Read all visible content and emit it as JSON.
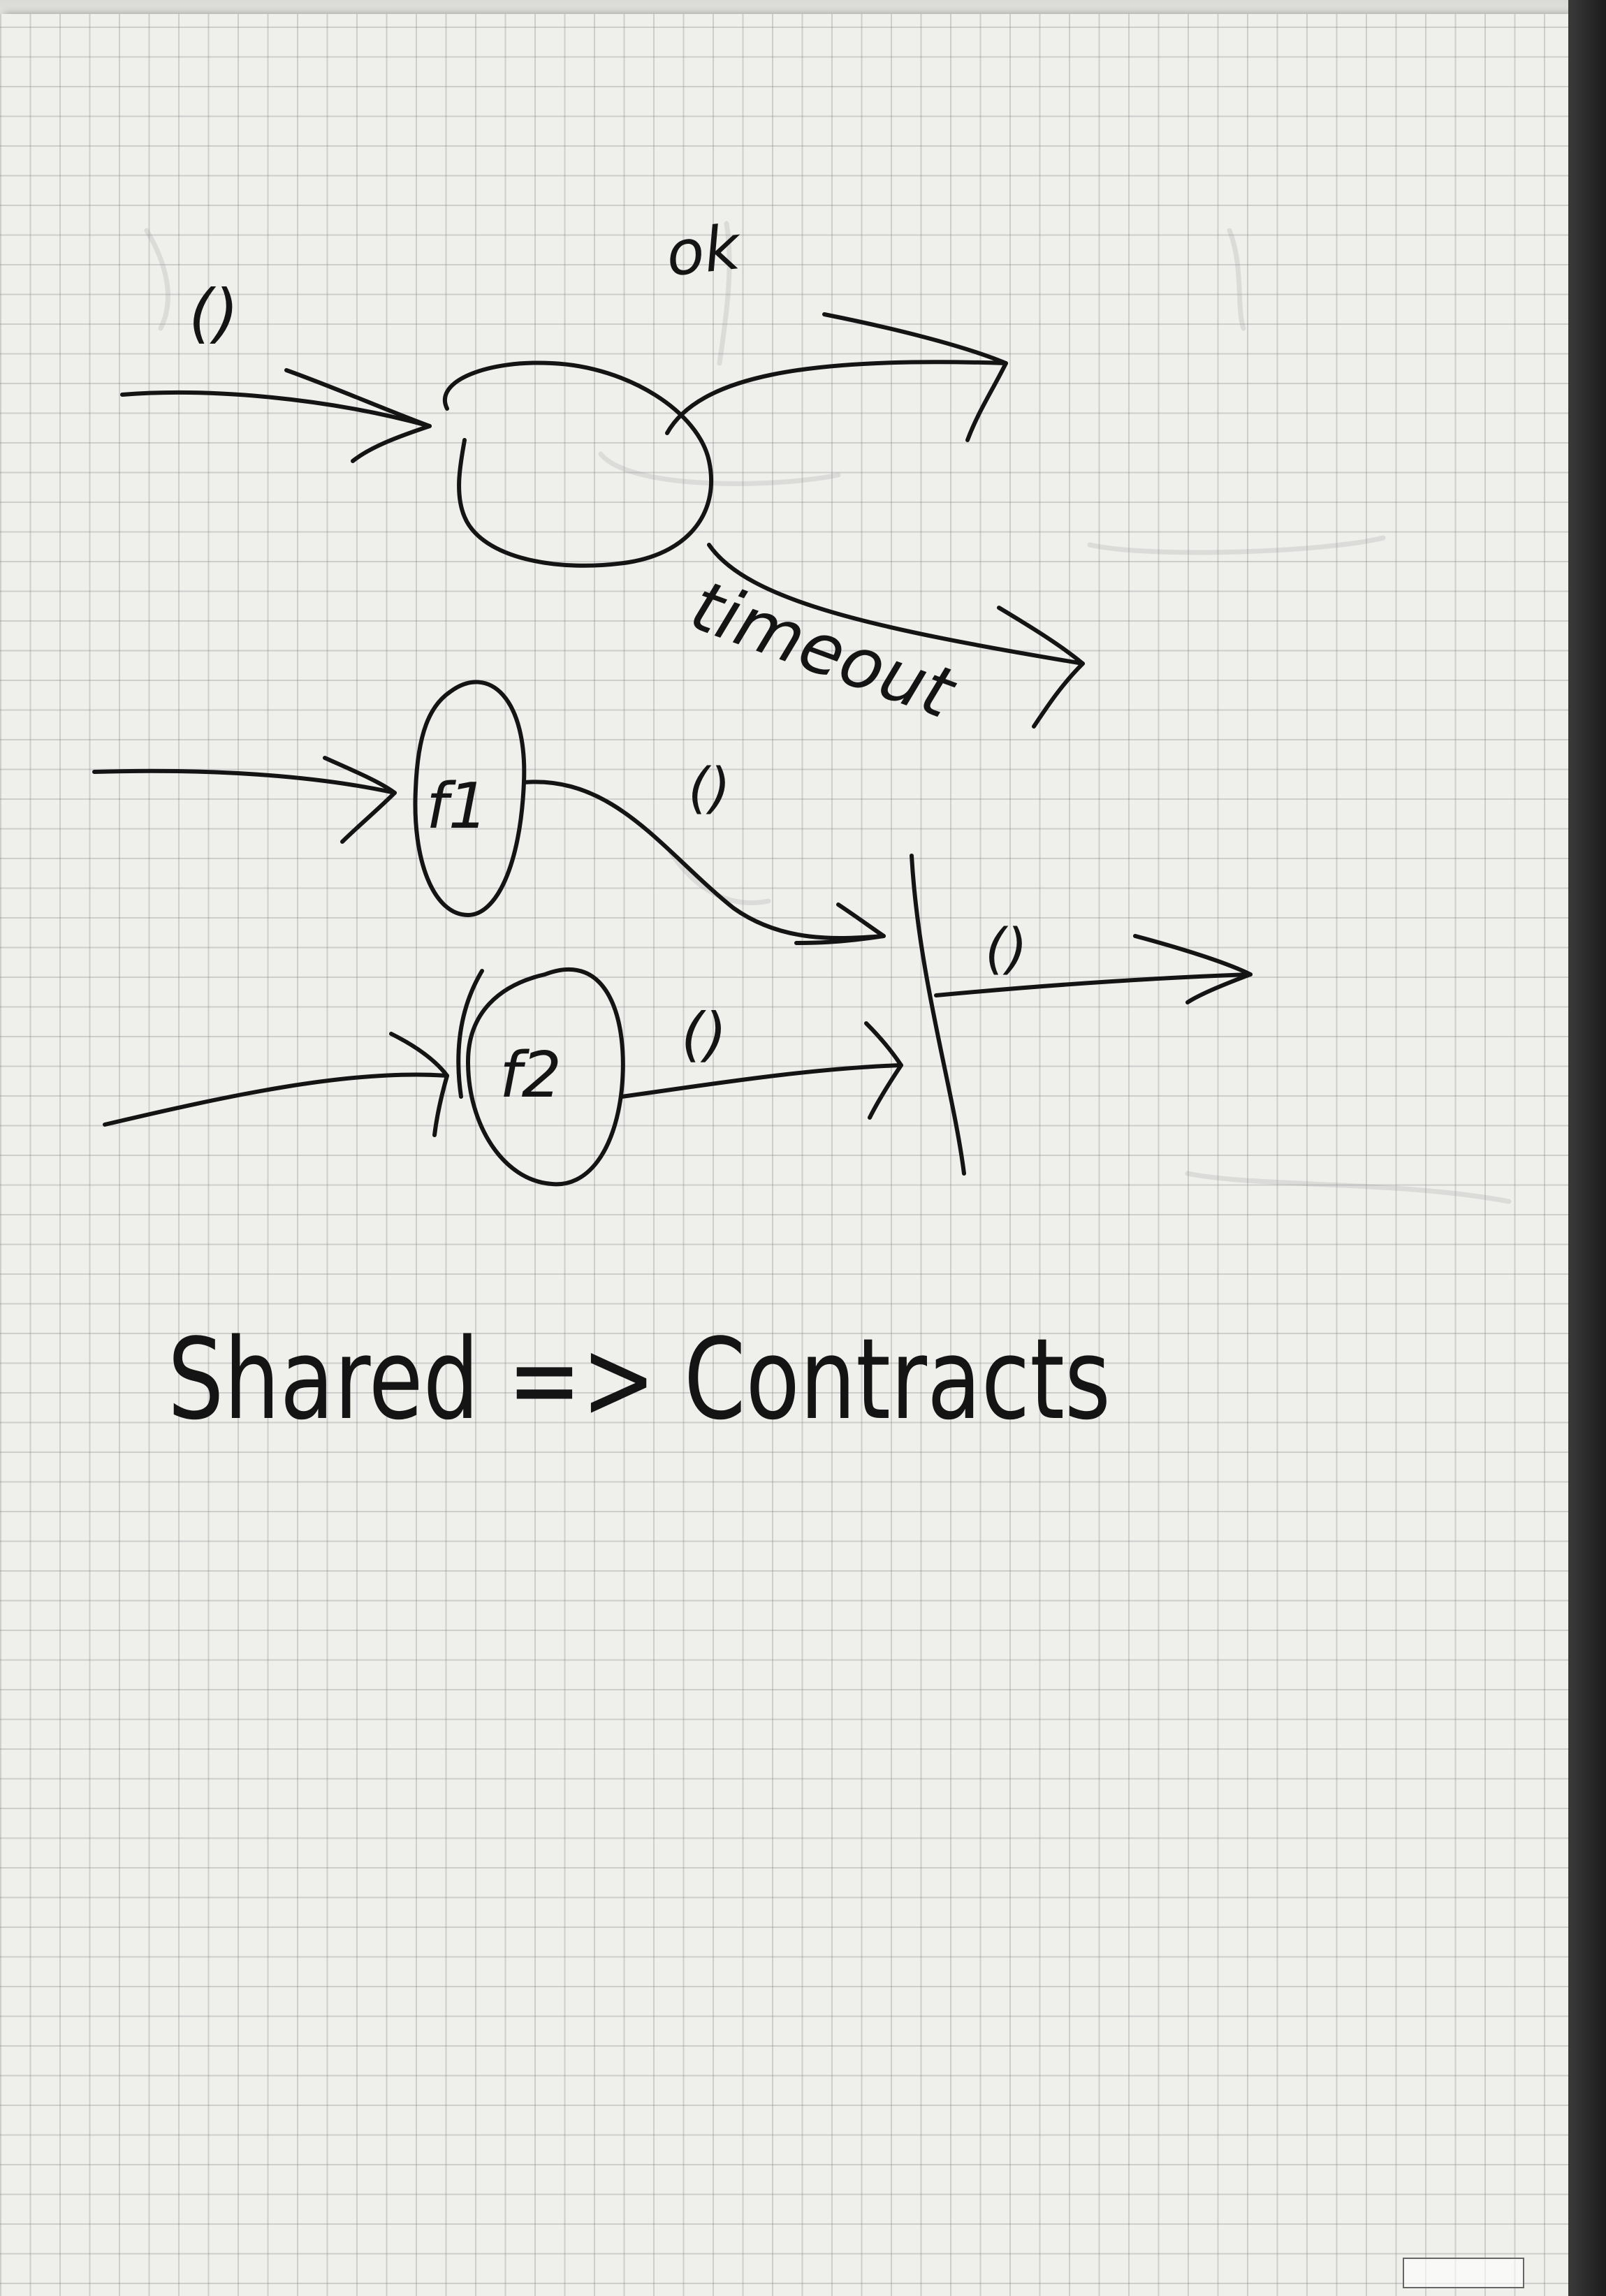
{
  "diagram": {
    "top_node": {
      "input_label": "()",
      "success_label": "ok",
      "failure_label": "timeout"
    },
    "lower_flow": {
      "node_1_label": "f1",
      "node_2_label": "f2",
      "node_1_output_label": "()",
      "node_2_output_label": "()",
      "join_output_label": "()"
    },
    "caption": "Shared => Contracts"
  }
}
